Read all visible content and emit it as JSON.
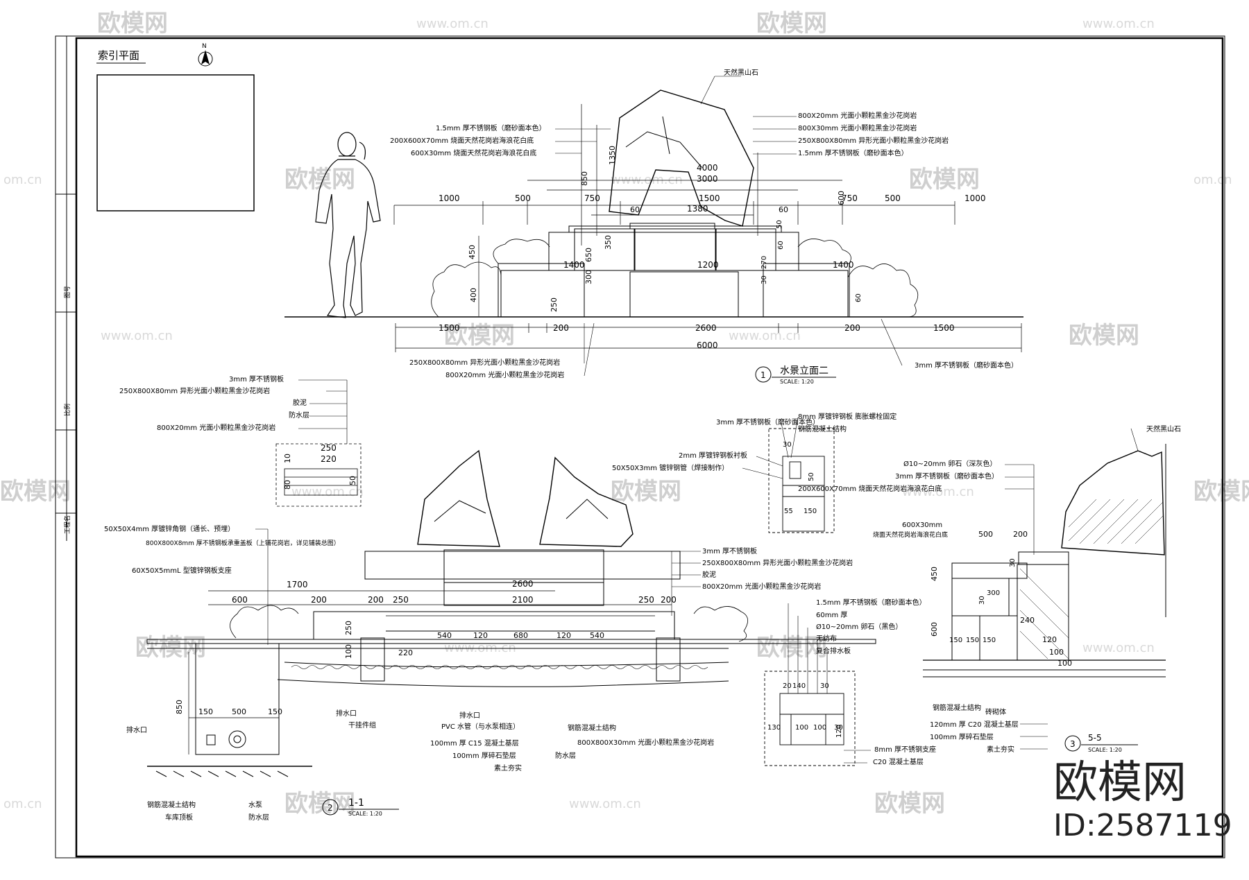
{
  "watermarks": {
    "brand": "欧模网",
    "url": "www.om.cn",
    "url_short": "om.cn"
  },
  "brand_id": {
    "logo_text": "欧模网",
    "id_text": "ID:2587119"
  },
  "title_block": {
    "project_label": "工程名",
    "scale_note": "比例",
    "sheet_note": "图号"
  },
  "index_plan": {
    "title": "索引平面",
    "north": "N"
  },
  "view1": {
    "number": "1",
    "title": "水景立面二",
    "scale": "SCALE: 1:20",
    "top_dims": [
      "1000",
      "500",
      "750",
      "1500",
      "750",
      "500",
      "1000"
    ],
    "mid_dims": [
      "4000",
      "3000",
      "1380",
      "60",
      "60"
    ],
    "inner_dims": [
      "1400",
      "1200",
      "1400",
      "450",
      "650",
      "350",
      "300",
      "400",
      "250",
      "270",
      "30",
      "60",
      "60",
      "850",
      "1350",
      "600",
      "50"
    ],
    "bottom_dims": [
      "1500",
      "200",
      "2600",
      "200",
      "1500",
      "6000"
    ],
    "labels": [
      "天然黑山石",
      "1.5mm 厚不锈钢板（磨砂面本色）",
      "200X600X70mm 烧面天然花岗岩海浪花白底",
      "600X30mm 烧面天然花岗岩海浪花白底",
      "800X20mm 光面小颗粒黑金沙花岗岩",
      "800X30mm 光面小颗粒黑金沙花岗岩",
      "250X800X80mm 异形光面小颗粒黑金沙花岗岩",
      "1.5mm 厚不锈钢板（磨砂面本色）",
      "250X800X80mm 异形光面小颗粒黑金沙花岗岩",
      "800X20mm 光面小颗粒黑金沙花岗岩",
      "3mm 厚不锈钢板（磨砂面本色）"
    ]
  },
  "view2": {
    "number": "2",
    "title": "1-1",
    "scale": "SCALE: 1:20",
    "dims": [
      "250",
      "220",
      "80",
      "10",
      "50",
      "1700",
      "600",
      "200",
      "200",
      "250",
      "2600",
      "2100",
      "250",
      "200",
      "540",
      "120",
      "680",
      "120",
      "540",
      "250",
      "220",
      "100",
      "850",
      "150",
      "500",
      "150"
    ],
    "labels_left": [
      "3mm 厚不锈钢板",
      "250X800X80mm 异形光面小颗粒黑金沙花岗岩",
      "胶泥",
      "防水层",
      "800X20mm 光面小颗粒黑金沙花岗岩",
      "50X50X4mm 厚镀锌角钢（通长、预埋）",
      "800X800X8mm 厚不锈钢板承重盖板（上铺花岗岩，详见铺装总图）",
      "60X50X5mmL 型镀锌钢板支座"
    ],
    "labels_right": [
      "3mm 厚不锈钢板",
      "250X800X80mm 异形光面小颗粒黑金沙花岗岩",
      "胶泥",
      "800X20mm 光面小颗粒黑金沙花岗岩"
    ],
    "labels_bottom": [
      "排水口",
      "PVC 水管（与水泵相连）",
      "排水口",
      "干挂件组",
      "100mm 厚 C15 混凝土基层",
      "100mm 厚碎石垫层",
      "钢筋混凝土结构",
      "800X800X30mm 光面小颗粒黑金沙花岗岩",
      "防水层",
      "素土夯实",
      "钢筋混凝土结构",
      "车库顶板",
      "水泵",
      "防水层",
      "排水口"
    ]
  },
  "detail_a": {
    "labels": [
      "3mm 厚不锈钢板（磨砂面本色）",
      "8mm 厚镀锌钢板 膨胀螺栓固定",
      "钢筋混凝土结构",
      "2mm 厚镀锌钢板衬板",
      "50X50X3mm 镀锌钢管（焊接制作）"
    ],
    "dims": [
      "30",
      "50",
      "55",
      "150"
    ]
  },
  "detail_b": {
    "labels": [
      "1.5mm 厚不锈钢板（磨砂面本色）",
      "60mm 厚",
      "Ø10~20mm 卵石（黑色）",
      "无纺布",
      "复合排水板",
      "8mm 厚不锈钢支座",
      "C20 混凝土基层"
    ],
    "dims": [
      "20",
      "140",
      "30",
      "130",
      "100",
      "100",
      "30",
      "120"
    ]
  },
  "view3": {
    "number": "3",
    "title": "5-5",
    "scale": "SCALE: 1:20",
    "labels": [
      "天然黑山石",
      "Ø10~20mm 卵石（深灰色）",
      "3mm 厚不锈钢板（磨砂面本色）",
      "200X600X70mm 烧面天然花岗岩海浪花白底",
      "600X30mm",
      "烧面天然花岗岩海浪花白底",
      "钢筋混凝土结构",
      "砖砌体",
      "120mm 厚 C20 混凝土基层",
      "100mm 厚碎石垫层",
      "素土夯实"
    ],
    "dims": [
      "500",
      "200",
      "30",
      "450",
      "300",
      "30",
      "240",
      "600",
      "150",
      "150",
      "150",
      "120",
      "100",
      "100"
    ]
  }
}
